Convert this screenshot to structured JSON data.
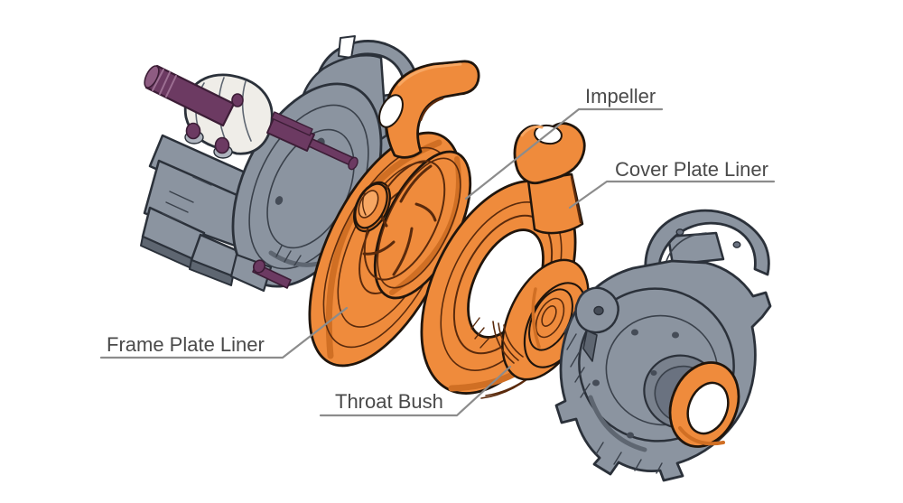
{
  "diagram": {
    "title": "",
    "labels": {
      "impeller": "Impeller",
      "cover_plate_liner": "Cover Plate Liner",
      "frame_plate_liner": "Frame Plate Liner",
      "throat_bush": "Throat Bush"
    }
  },
  "colors": {
    "background": "#ffffff",
    "part_orange": "#EF8B3C",
    "part_orange_dark": "#D06F24",
    "part_orange_light": "#F7A763",
    "orange_line": "#5A2A0C",
    "outline": "#20150C",
    "part_gray": "#8B94A0",
    "part_gray_light": "#ADB3BD",
    "part_gray_dark": "#5E6671",
    "gray_outline": "#2B313A",
    "gray_line": "#3A414B",
    "part_white": "#EFEDE8",
    "part_purple": "#6C3A62",
    "part_purple_light": "#8E5C82",
    "part_purple_dark": "#3C1D36",
    "label_text": "#4A4A4A",
    "leader_line": "#8C8C8C"
  }
}
